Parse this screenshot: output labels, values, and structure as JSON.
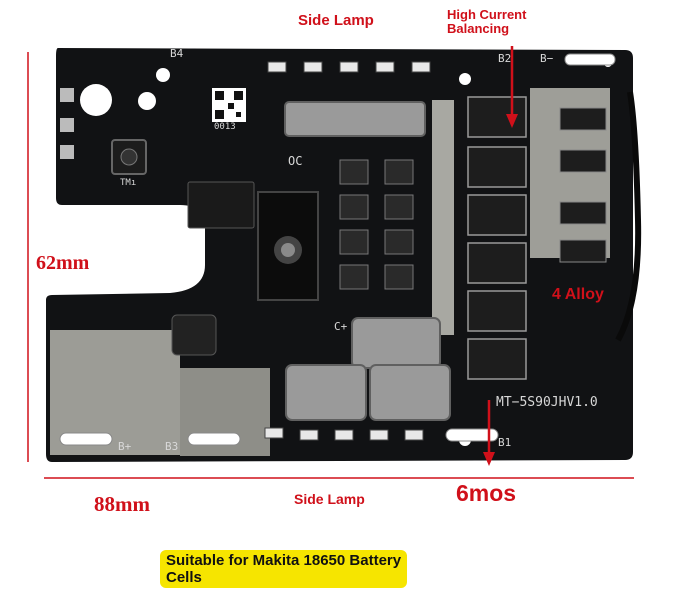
{
  "annotations": {
    "side_lamp_top": "Side Lamp",
    "high_current": "High Current",
    "balancing": "Balancing",
    "height_dim": "62mm",
    "alloy": "4 Alloy",
    "width_dim": "88mm",
    "side_lamp_bottom": "Side Lamp",
    "mos_count": "6mos"
  },
  "board_labels": {
    "b4": "B4",
    "b2": "B2",
    "b_minus": "B−",
    "b_plus": "B+",
    "b3": "B3",
    "b1": "B1",
    "oc": "OC",
    "c_plus": "C+",
    "model": "MT−5S90JHV1.0",
    "qr_code_num": "0013",
    "switch_label": "TMı"
  },
  "caption": {
    "line1": "Suitable for Makita 18650 Battery",
    "line2": "Cells"
  },
  "colors": {
    "annotation_red": "#d0101a",
    "board": "#111111",
    "highlight": "#f6e500"
  }
}
